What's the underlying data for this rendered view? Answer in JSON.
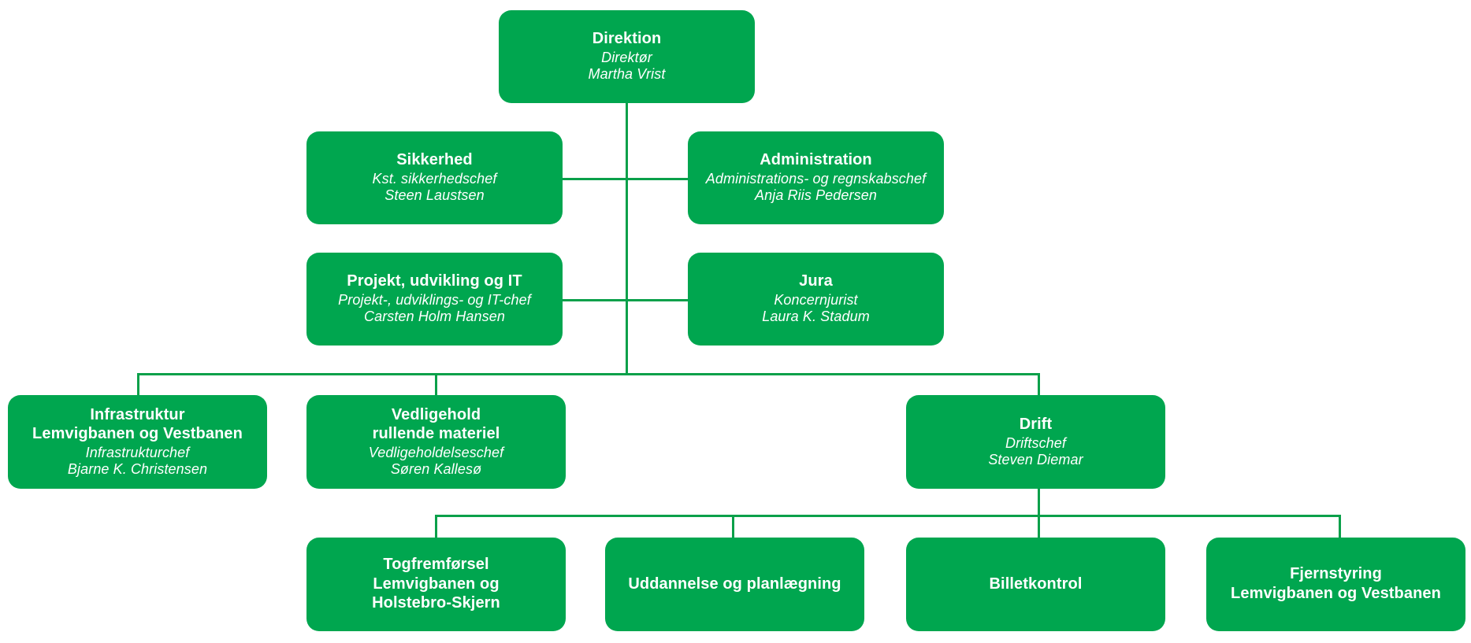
{
  "theme": {
    "box_fill": "#00A64F",
    "line_color": "#0AA04A",
    "text_color": "#FFFFFF",
    "page_background": "#FFFFFF"
  },
  "nodes": {
    "direktion": {
      "title_lines": [
        "Direktion"
      ],
      "sub_lines": [
        "Direktør",
        "Martha Vrist"
      ]
    },
    "sikkerhed": {
      "title_lines": [
        "Sikkerhed"
      ],
      "sub_lines": [
        "Kst. sikkerhedschef",
        "Steen Laustsen"
      ]
    },
    "administration": {
      "title_lines": [
        "Administration"
      ],
      "sub_lines": [
        "Administrations- og regnskabschef",
        "Anja Riis Pedersen"
      ]
    },
    "projekt_udvikling_it": {
      "title_lines": [
        "Projekt, udvikling og IT"
      ],
      "sub_lines": [
        "Projekt-, udviklings- og IT-chef",
        "Carsten Holm Hansen"
      ]
    },
    "jura": {
      "title_lines": [
        "Jura"
      ],
      "sub_lines": [
        "Koncernjurist",
        "Laura K. Stadum"
      ]
    },
    "infrastruktur": {
      "title_lines": [
        "Infrastruktur",
        "Lemvigbanen og Vestbanen"
      ],
      "sub_lines": [
        "Infrastrukturchef",
        "Bjarne K. Christensen"
      ]
    },
    "vedligehold": {
      "title_lines": [
        "Vedligehold",
        "rullende materiel"
      ],
      "sub_lines": [
        "Vedligeholdelseschef",
        "Søren Kallesø"
      ]
    },
    "drift": {
      "title_lines": [
        "Drift"
      ],
      "sub_lines": [
        "Driftschef",
        "Steven Diemar"
      ]
    },
    "togfremforsel": {
      "title_lines": [
        "Togfremførsel",
        "Lemvigbanen og",
        "Holstebro-Skjern"
      ],
      "sub_lines": []
    },
    "uddannelse": {
      "title_lines": [
        "Uddannelse og planlægning"
      ],
      "sub_lines": []
    },
    "billetkontrol": {
      "title_lines": [
        "Billetkontrol"
      ],
      "sub_lines": []
    },
    "fjernstyring": {
      "title_lines": [
        "Fjernstyring",
        "Lemvigbanen og Vestbanen"
      ],
      "sub_lines": []
    }
  }
}
